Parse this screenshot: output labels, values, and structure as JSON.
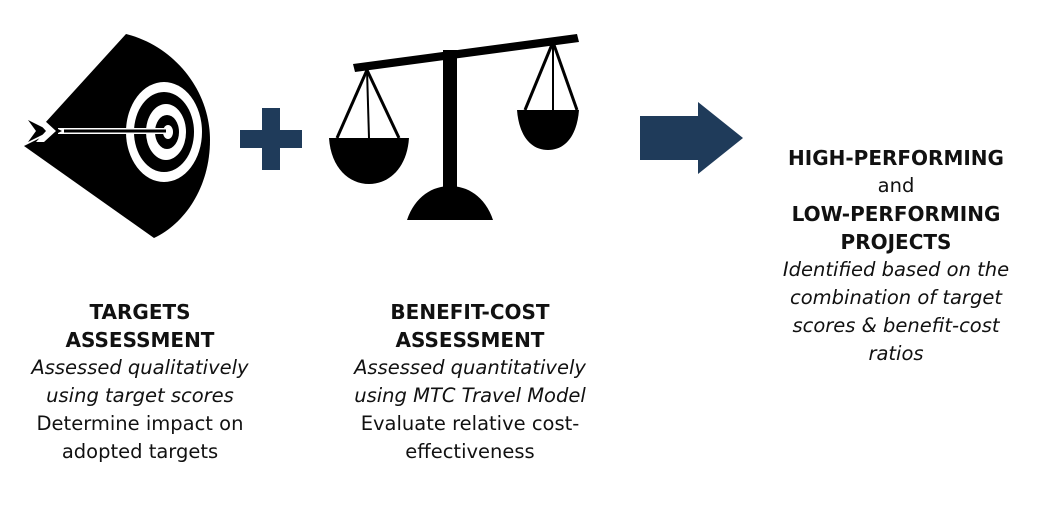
{
  "colors": {
    "accent": "#1f3b5a",
    "icon": "#000000"
  },
  "icons": [
    "target-icon",
    "arrow-icon",
    "plus-icon",
    "balance-scale-icon",
    "right-arrow-icon"
  ],
  "targets": {
    "title_line1": "TARGETS",
    "title_line2": "ASSESSMENT",
    "method_line1": "Assessed qualitatively",
    "method_line2": "using target scores",
    "purpose_line1": "Determine impact on",
    "purpose_line2": "adopted targets"
  },
  "benefit_cost": {
    "title_line1": "BENEFIT-COST",
    "title_line2": "ASSESSMENT",
    "method_line1": "Assessed quantitatively",
    "method_line2": "using MTC Travel Model",
    "purpose_line1": "Evaluate relative cost-",
    "purpose_line2": "effectiveness"
  },
  "result": {
    "line1": "HIGH-PERFORMING",
    "line2": "and",
    "line3": "LOW-PERFORMING",
    "line4": "PROJECTS",
    "desc_line1": "Identified based on the",
    "desc_line2": "combination of target",
    "desc_line3": "scores & benefit-cost",
    "desc_line4": "ratios"
  }
}
